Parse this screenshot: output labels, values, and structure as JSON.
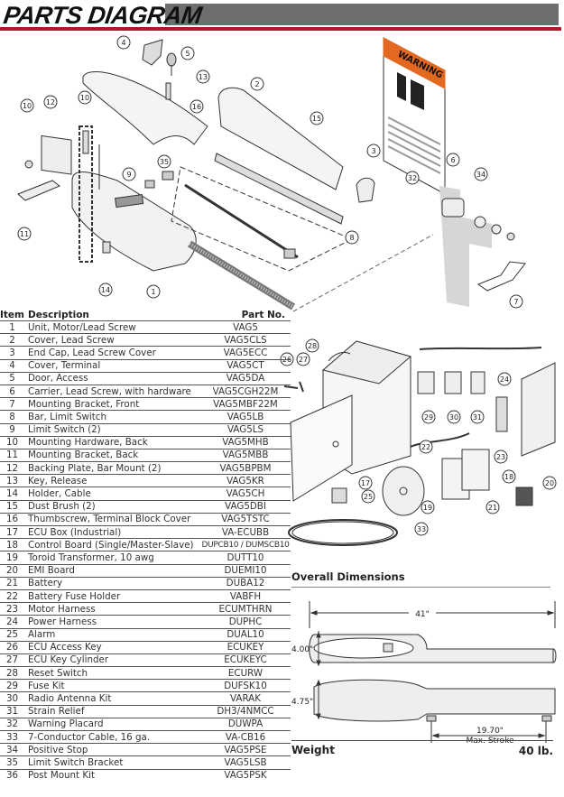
{
  "header": {
    "title": "PARTS DIAGRAM"
  },
  "diagram": {
    "warning_placard_text": "WARNING",
    "callouts_motor": [
      "1",
      "2",
      "3",
      "4",
      "5",
      "6",
      "7",
      "8",
      "9",
      "10",
      "10",
      "11",
      "12",
      "13",
      "14",
      "15",
      "16",
      "32",
      "34",
      "35"
    ],
    "callouts_ecu": [
      "17",
      "18",
      "19",
      "20",
      "21",
      "22",
      "23",
      "24",
      "25",
      "26",
      "27",
      "28",
      "29",
      "30",
      "31",
      "33"
    ]
  },
  "parts_table": {
    "headers": {
      "item": "Item",
      "description": "Description",
      "part_no": "Part No."
    },
    "rows": [
      {
        "item": "1",
        "description": "Unit, Motor/Lead Screw",
        "part_no": "VAG5"
      },
      {
        "item": "2",
        "description": "Cover, Lead Screw",
        "part_no": "VAG5CLS"
      },
      {
        "item": "3",
        "description": "End Cap, Lead Screw Cover",
        "part_no": "VAG5ECC"
      },
      {
        "item": "4",
        "description": "Cover, Terminal",
        "part_no": "VAG5CT"
      },
      {
        "item": "5",
        "description": "Door, Access",
        "part_no": "VAG5DA"
      },
      {
        "item": "6",
        "description": "Carrier, Lead Screw, with hardware",
        "part_no": "VAG5CGH22M"
      },
      {
        "item": "7",
        "description": "Mounting Bracket, Front",
        "part_no": "VAG5MBF22M"
      },
      {
        "item": "8",
        "description": "Bar, Limit Switch",
        "part_no": "VAG5LB"
      },
      {
        "item": "9",
        "description": "Limit Switch (2)",
        "part_no": "VAG5LS"
      },
      {
        "item": "10",
        "description": "Mounting Hardware, Back",
        "part_no": "VAG5MHB"
      },
      {
        "item": "11",
        "description": "Mounting Bracket, Back",
        "part_no": "VAG5MBB"
      },
      {
        "item": "12",
        "description": "Backing Plate, Bar Mount (2)",
        "part_no": "VAG5BPBM"
      },
      {
        "item": "13",
        "description": "Key, Release",
        "part_no": "VAG5KR"
      },
      {
        "item": "14",
        "description": "Holder, Cable",
        "part_no": "VAG5CH"
      },
      {
        "item": "15",
        "description": "Dust Brush (2)",
        "part_no": "VAG5DBI"
      },
      {
        "item": "16",
        "description": "Thumbscrew, Terminal Block Cover",
        "part_no": "VAG5TSTC"
      },
      {
        "item": "17",
        "description": "ECU Box (Industrial)",
        "part_no": "VA-ECUBB"
      },
      {
        "item": "18",
        "description": "Control Board (Single/Master-Slave)",
        "part_no": "DUPCB10 / DUMSCB10"
      },
      {
        "item": "19",
        "description": "Toroid Transformer, 10 awg",
        "part_no": "DUTT10"
      },
      {
        "item": "20",
        "description": "EMI Board",
        "part_no": "DUEMI10"
      },
      {
        "item": "21",
        "description": "Battery",
        "part_no": "DUBA12"
      },
      {
        "item": "22",
        "description": "Battery Fuse Holder",
        "part_no": "VABFH"
      },
      {
        "item": "23",
        "description": "Motor  Harness",
        "part_no": "ECUMTHRN"
      },
      {
        "item": "24",
        "description": "Power Harness",
        "part_no": "DUPHC"
      },
      {
        "item": "25",
        "description": "Alarm",
        "part_no": "DUAL10"
      },
      {
        "item": "26",
        "description": "ECU Access Key",
        "part_no": "ECUKEY"
      },
      {
        "item": "27",
        "description": "ECU Key Cylinder",
        "part_no": "ECUKEYC"
      },
      {
        "item": "28",
        "description": "Reset Switch",
        "part_no": "ECURW"
      },
      {
        "item": "29",
        "description": "Fuse Kit",
        "part_no": "DUFSK10"
      },
      {
        "item": "30",
        "description": "Radio Antenna Kit",
        "part_no": "VARAK"
      },
      {
        "item": "31",
        "description": "Strain Relief",
        "part_no": "DH3/4NMCC"
      },
      {
        "item": "32",
        "description": "Warning Placard",
        "part_no": "DUWPA"
      },
      {
        "item": "33",
        "description": "7-Conductor Cable, 16 ga.",
        "part_no": "VA-CB16"
      },
      {
        "item": "34",
        "description": "Positive Stop",
        "part_no": "VAG5PSE"
      },
      {
        "item": "35",
        "description": "Limit Switch Bracket",
        "part_no": "VAG5LSB"
      },
      {
        "item": "36",
        "description": "Post Mount Kit",
        "part_no": "VAG5PSK"
      }
    ]
  },
  "dimensions": {
    "title": "Overall Dimensions",
    "length": "41\"",
    "width": "4.00\"",
    "height": "4.75\"",
    "stroke": "19.70\"",
    "stroke_label": "Max. Stroke"
  },
  "weight": {
    "label": "Weight",
    "value": "40 lb."
  }
}
